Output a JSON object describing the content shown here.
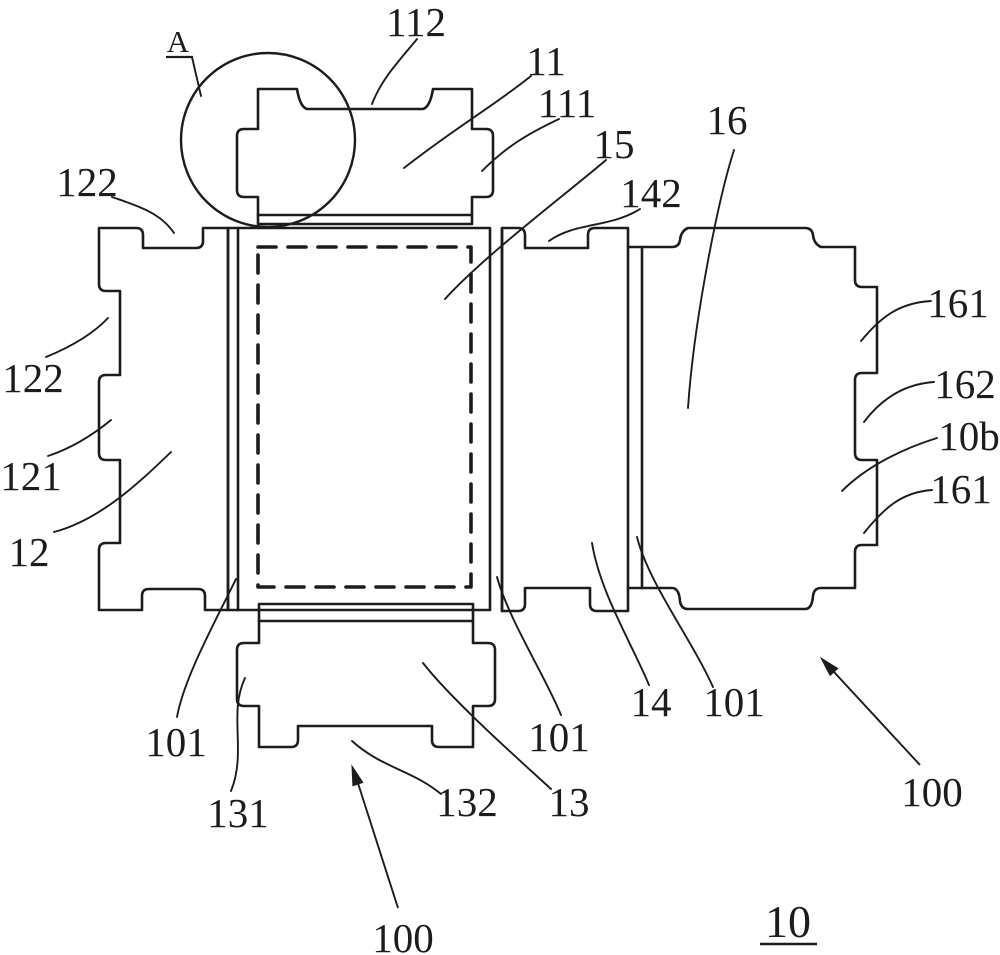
{
  "figure": {
    "type": "patent-packaging-blank-drawing",
    "background_color": "#ffffff",
    "line_color": "#1c1c1c",
    "caption_number": "10"
  },
  "labels": {
    "detail_marker": "A",
    "n112": "112",
    "n11": "11",
    "n111": "111",
    "n15": "15",
    "n142": "142",
    "n16": "16",
    "n122_top": "122",
    "n122_left": "122",
    "n121": "121",
    "n12": "12",
    "n161_top": "161",
    "n162": "162",
    "n10b": "10b",
    "n161_bottom": "161",
    "n101_left": "101",
    "n101_mid": "101",
    "n101_right": "101",
    "n131": "131",
    "n132": "132",
    "n13": "13",
    "n14": "14",
    "n100_bottom": "100",
    "n100_right": "100",
    "n10": "10"
  }
}
